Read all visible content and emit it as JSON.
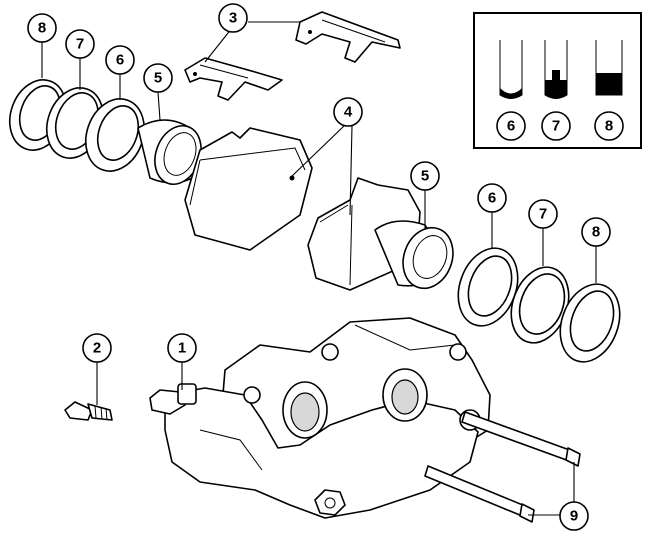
{
  "diagram": {
    "callouts": [
      {
        "id": "c8-top",
        "label": "8"
      },
      {
        "id": "c7-top",
        "label": "7"
      },
      {
        "id": "c6-top",
        "label": "6"
      },
      {
        "id": "c5-left",
        "label": "5"
      },
      {
        "id": "c3",
        "label": "3"
      },
      {
        "id": "c4",
        "label": "4"
      },
      {
        "id": "c5-right",
        "label": "5"
      },
      {
        "id": "c6-right",
        "label": "6"
      },
      {
        "id": "c7-right",
        "label": "7"
      },
      {
        "id": "c8-right",
        "label": "8"
      },
      {
        "id": "c2",
        "label": "2"
      },
      {
        "id": "c1",
        "label": "1"
      },
      {
        "id": "c9",
        "label": "9"
      }
    ],
    "inset": {
      "labels": [
        {
          "id": "i6",
          "label": "6"
        },
        {
          "id": "i7",
          "label": "7"
        },
        {
          "id": "i8",
          "label": "8"
        }
      ]
    }
  }
}
